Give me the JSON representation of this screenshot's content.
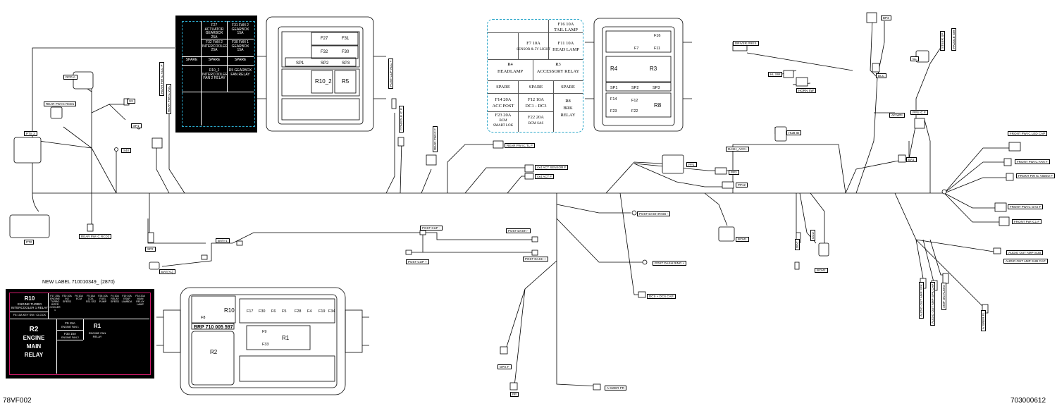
{
  "corners": {
    "left": "78VF002",
    "right": "703000612"
  },
  "new_label": "NEW LABEL 710010349_ (2870)",
  "connectors": [
    {
      "id": "rcd",
      "text": "RCD A"
    },
    {
      "id": "rear_pw_ic_rcd1",
      "text": "REAR PW IC RCD1"
    },
    {
      "id": "s3",
      "text": "S3"
    },
    {
      "id": "sp1",
      "text": "SP1"
    },
    {
      "id": "s40",
      "text": "S40"
    },
    {
      "id": "pts3",
      "text": "PTS 3"
    },
    {
      "id": "pt2",
      "text": "PT2"
    },
    {
      "id": "rear_pw_ic_rcd2",
      "text": "REAR PW IC RCD2"
    },
    {
      "id": "rear_pw_ic_acc",
      "text": "REAR PW IC ACC P"
    },
    {
      "id": "rear_pw_ic_vol",
      "text": "REAR PW IC VOL"
    },
    {
      "id": "sp2",
      "text": "SP2"
    },
    {
      "id": "batt1",
      "text": "BATI-1"
    },
    {
      "id": "bat13",
      "text": "BAT(+1)"
    },
    {
      "id": "post_cup_acc",
      "text": "POST CUP ACC +"
    },
    {
      "id": "console_ic",
      "text": "CONSOLE IC F"
    },
    {
      "id": "rear_pw_ic_f",
      "text": "REAR PW IC F"
    },
    {
      "id": "rear_pw_ic_tlf",
      "text": "REAR PW IC TL F"
    },
    {
      "id": "4x4_act_sensor",
      "text": "4x4 ACT SENSOR F"
    },
    {
      "id": "4x4_act",
      "text": "4x4 ACT F"
    },
    {
      "id": "post_cup_minus",
      "text": "POST CUP -"
    },
    {
      "id": "post_dash_minus",
      "text": "POST DASH -"
    },
    {
      "id": "post_cup_plus",
      "text": "POST CUP +"
    },
    {
      "id": "post_dash_plus",
      "text": "POST DASH +"
    },
    {
      "id": "dash_acc",
      "text": "DASH_ACC+"
    },
    {
      "id": "pp1",
      "text": "PP1"
    },
    {
      "id": "pp3",
      "text": "PP3"
    },
    {
      "id": "pp12",
      "text": "PP12"
    },
    {
      "id": "post_dash_ring1",
      "text": "POST DASH RING -"
    },
    {
      "id": "post_dash_ring2",
      "text": "POST DASH RING +"
    },
    {
      "id": "dcs",
      "text": "DCS + DCS CAP"
    },
    {
      "id": "bcm1",
      "text": "BCM1"
    },
    {
      "id": "gps",
      "text": "GPS F"
    },
    {
      "id": "pp",
      "text": "PP"
    },
    {
      "id": "a_swer_pr",
      "text": "A SWER PR"
    },
    {
      "id": "driver_pres",
      "text": "DRIVER PRES"
    },
    {
      "id": "hl_sw",
      "text": "HL SW"
    },
    {
      "id": "horn_sw",
      "text": "HORN SW"
    },
    {
      "id": "dlc",
      "text": "DLC"
    },
    {
      "id": "bp3",
      "text": "BP3"
    },
    {
      "id": "ap_wpr",
      "text": "AP WPI"
    },
    {
      "id": "hub_id",
      "text": "HUB ID"
    },
    {
      "id": "cl",
      "text": "CL"
    },
    {
      "id": "steer_sp",
      "text": "STEER SP"
    },
    {
      "id": "paddle_sw",
      "text": "PADDLE SW"
    },
    {
      "id": "pps_ic",
      "text": "PPS IC F"
    },
    {
      "id": "ba1",
      "text": "BA1"
    },
    {
      "id": "front_pw_led",
      "text": "FRONT PW IC LED CAP"
    },
    {
      "id": "front_pw_fan",
      "text": "FRONT PW IC FAN F"
    },
    {
      "id": "front_pw_video",
      "text": "FRONT PW IC VIDEO F"
    },
    {
      "id": "front_pw_gas",
      "text": "FRONT PW IC GAS F"
    },
    {
      "id": "front_pw_ic1",
      "text": "FRONT PW IC1 F"
    },
    {
      "id": "audio_sub",
      "text": "AUDIO OUT AMP SUB"
    },
    {
      "id": "audio_sub_cap",
      "text": "AUDIO OUT AMP SUB CAP"
    },
    {
      "id": "ccu",
      "text": "CCU"
    },
    {
      "id": "ddc",
      "text": "DDC"
    },
    {
      "id": "bcm2",
      "text": "BCM2"
    },
    {
      "id": "audio_out_sp",
      "text": "AUDIO OUT AMP SPK"
    },
    {
      "id": "audio_dsp",
      "text": "AUDIO OUT AMP SPK CAP"
    },
    {
      "id": "amp_on_audio",
      "text": "AMP ON AUDIO"
    },
    {
      "id": "a_swer_fl",
      "text": "A SWER FL"
    }
  ],
  "black_label": {
    "cells": [
      "F27 ACTUATOR GEARBOX 25A",
      "F31 FAN 2 GEARBOX 15A",
      "F32 FAN 2 INTERCOOLER 25A",
      "F30 FAN 1 GEARBOX 15A",
      "SPARE",
      "SPARE",
      "SPARE",
      "R10_2 INTERCOOLER FAN 2 RELAY",
      "R5 GEARBOX FAN RELAY"
    ]
  },
  "cyan_label": {
    "cells": [
      "F16 10A",
      "TAIL LAMP",
      "F7 10A",
      "SENSOR & 5V LIGHT",
      "F11 10A",
      "HEAD LAMP",
      "R4",
      "HEADLAMP",
      "R3",
      "ACCESSORY RELAY",
      "SPARE",
      "SPARE",
      "SPARE",
      "F14 20A",
      "ACC POST",
      "F12 10A",
      "DC1 - DC3",
      "R8",
      "BRK",
      "RELAY",
      "F23 20A",
      "BCM",
      "SMART LOK",
      "F22 20A",
      "BCM SAS"
    ]
  },
  "red_label": {
    "r10": "R10",
    "r10_sub": "ENGINE TURBO INTERCOOLER 1 RELAY",
    "f8": "F8 10A KEY SW / CLOCK",
    "cols": [
      "F17 25A ENGINE TURBO INTER COOLER 1",
      "F30 10A INJ SPEED",
      "F6 10A ECM",
      "F5 15A COIL SS1 SS2",
      "F28 10A FUEL PUMP",
      "F4 10A RELAY SPEED",
      "F19 10A ESAP LAMBDA",
      "F34 20A MAIN RELAY LAMP"
    ],
    "r2": "R2",
    "r2_sub1": "ENGINE",
    "r2_sub2": "MAIN",
    "r2_sub3": "RELAY",
    "f9": "F9 15A",
    "f9_sub": "ENGINE FAN 1",
    "f33": "F33 15A",
    "f33_sub": "ENGINE FAN 2",
    "r1": "R1",
    "r1_sub": "ENGINE FAN RELAY"
  },
  "fuse_box_top_left": {
    "labels": [
      "F27",
      "F31",
      "F32",
      "F30",
      "SP1",
      "SP2",
      "SP3",
      "R10_2",
      "R5"
    ]
  },
  "fuse_box_top_right": {
    "labels": [
      "F16",
      "F7",
      "F11",
      "R4",
      "R3",
      "SP1",
      "SP2",
      "SP3",
      "F14",
      "F12",
      "F23",
      "F22",
      "R8"
    ]
  },
  "fuse_box_bottom": {
    "labels": [
      "R10",
      "F8",
      "F17",
      "F30",
      "F6",
      "F5",
      "F28",
      "F4",
      "F19",
      "F34",
      "BRP 710 005 597",
      "R2",
      "R1",
      "F9",
      "F33"
    ]
  }
}
